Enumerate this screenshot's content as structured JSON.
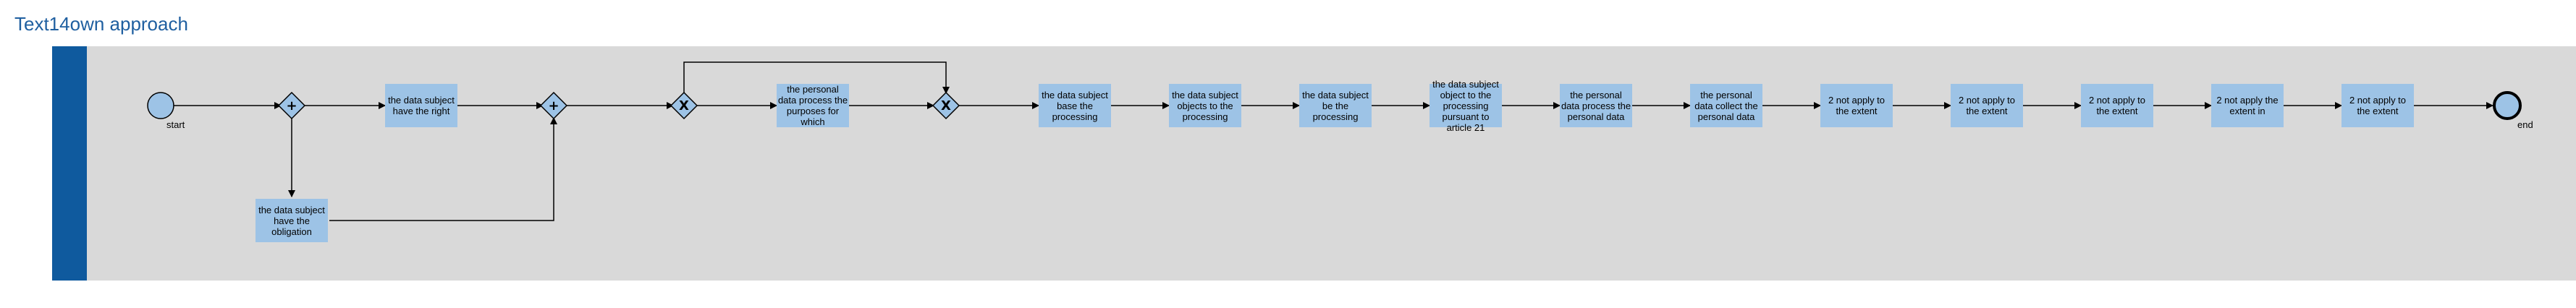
{
  "title": "Text14own approach",
  "events": {
    "start_label": "start",
    "end_label": "end"
  },
  "gateways": {
    "parallel_symbol": "+",
    "exclusive_symbol": "X"
  },
  "tasks": [
    "the data subject have the right",
    "the data subject have the obligation",
    "the personal data process the purposes for which",
    "the data subject base the processing",
    "the data subject objects to the processing",
    "the data subject be the processing",
    "the data subject object to the processing pursuant to article 21",
    "the personal data process the personal data",
    "the personal data collect the personal data",
    "2 not apply to the extent",
    "2 not apply to the extent",
    "2 not apply to the extent",
    "2 not apply the extent in",
    "2 not apply to the extent"
  ],
  "colors": {
    "title": "#1f5fa0",
    "lane_header": "#0f5a9e",
    "lane_background": "#d9d9d9",
    "task_fill": "#9dc3e6",
    "event_fill": "#9dc3e6",
    "flow_line": "#000000"
  }
}
